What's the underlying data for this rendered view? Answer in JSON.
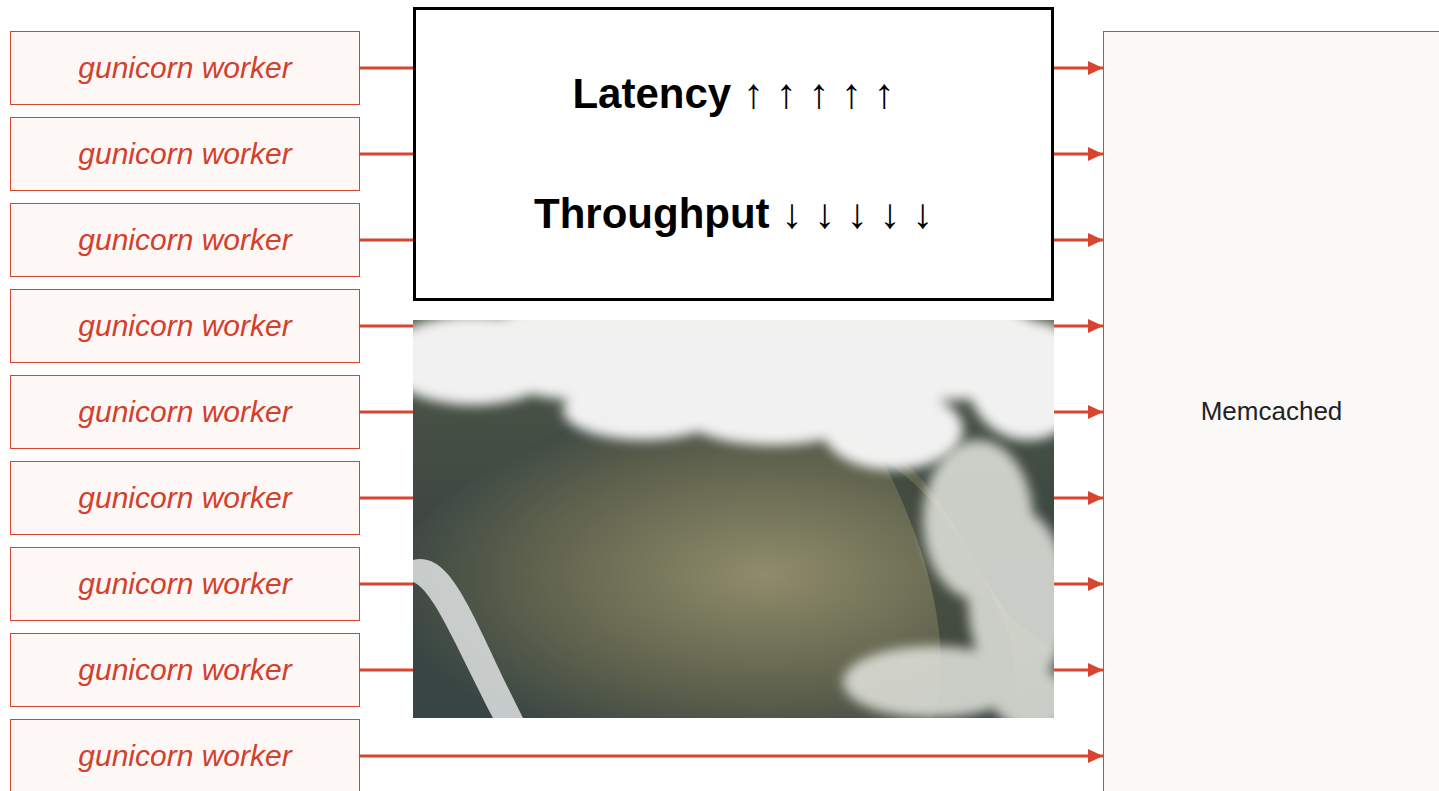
{
  "diagram": {
    "nodes": [
      {
        "text": [
          "gunicorn worker"
        ]
      },
      {
        "text": [
          "gunicorn worker"
        ]
      },
      {
        "text": [
          "gunicorn worker"
        ]
      },
      {
        "text": [
          "gunicorn worker"
        ]
      },
      {
        "text": [
          "gunicorn worker"
        ]
      },
      {
        "text": [
          "gunicorn worker"
        ]
      },
      {
        "text": [
          "gunicorn worker"
        ]
      },
      {
        "text": [
          "gunicorn worker"
        ]
      },
      {
        "text": [
          "gunicorn worker"
        ]
      },
      {
        "text": [
          "Latency ↑ ↑ ↑ ↑ ↑",
          "Throughput ↓ ↓ ↓ ↓ ↓"
        ]
      },
      {
        "text": [
          "Memcached"
        ]
      }
    ],
    "edges": [
      {
        "from": 0,
        "to": 10,
        "arrow": "to"
      },
      {
        "from": 1,
        "to": 10,
        "arrow": "to"
      },
      {
        "from": 2,
        "to": 10,
        "arrow": "to"
      },
      {
        "from": 3,
        "to": 10,
        "arrow": "to"
      },
      {
        "from": 4,
        "to": 10,
        "arrow": "to"
      },
      {
        "from": 5,
        "to": 10,
        "arrow": "to"
      },
      {
        "from": 6,
        "to": 10,
        "arrow": "to"
      },
      {
        "from": 7,
        "to": 10,
        "arrow": "to"
      },
      {
        "from": 8,
        "to": 10,
        "arrow": "to"
      }
    ]
  }
}
